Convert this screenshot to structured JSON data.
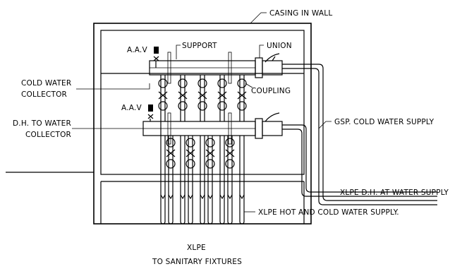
{
  "labels": {
    "casing": "CASING IN WALL",
    "aav_top": "A.A.V",
    "support": "SUPPORT",
    "union": "UNION",
    "cold_collector_1": "COLD WATER",
    "cold_collector_2": "COLLECTOR",
    "coupling": "COUPLING",
    "aav_bottom": "A.A.V",
    "dh_collector_1": "D.H. TO WATER",
    "dh_collector_2": "COLLECTOR",
    "gsp_supply": "GSP. COLD WATER SUPPLY",
    "xlpe_dh": "XLPE D.H. AT WATER SUPPLY",
    "xlpe_hot_cold": "XLPE HOT AND COLD WATER SUPPLY.",
    "xlpe_fixtures_1": "XLPE",
    "xlpe_fixtures_2": "TO SANITARY FIXTURES"
  }
}
